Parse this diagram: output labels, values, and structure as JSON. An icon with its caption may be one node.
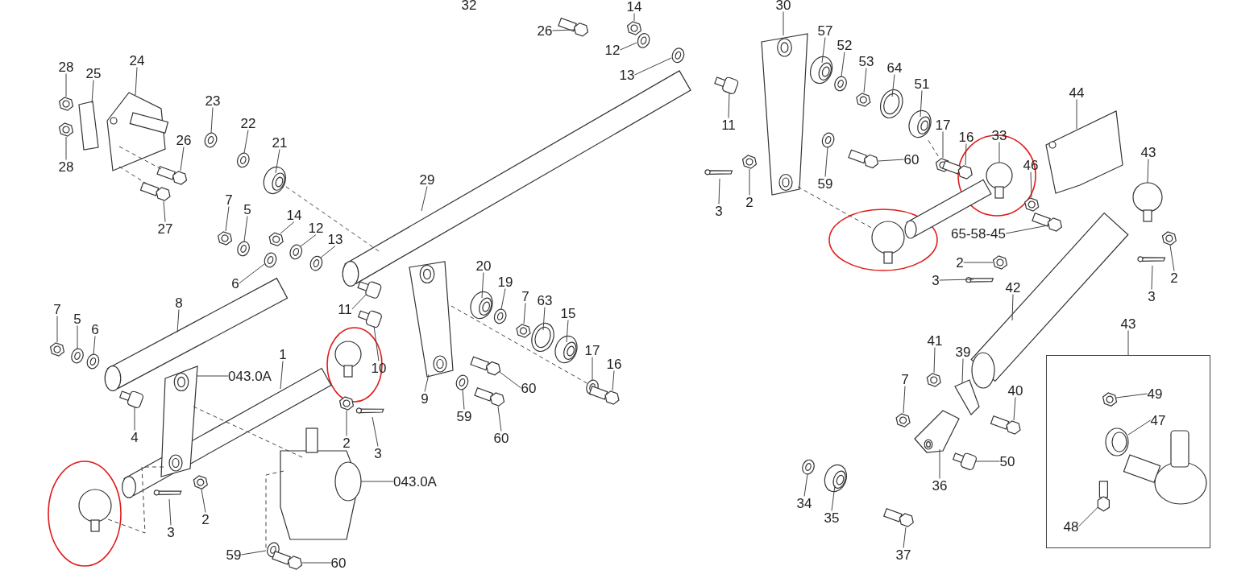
{
  "diagram": {
    "nodes": [
      {
        "text": [
          "14"
        ]
      },
      {
        "text": [
          "30"
        ]
      },
      {
        "text": [
          "26"
        ]
      },
      {
        "text": [
          "12"
        ]
      },
      {
        "text": [
          "57"
        ]
      },
      {
        "text": [
          "52"
        ]
      },
      {
        "text": [
          "28"
        ]
      },
      {
        "text": [
          "24"
        ]
      },
      {
        "text": [
          "25"
        ]
      },
      {
        "text": [
          "53"
        ]
      },
      {
        "text": [
          "64"
        ]
      },
      {
        "text": [
          "13"
        ]
      },
      {
        "text": [
          "51"
        ]
      },
      {
        "text": [
          "44"
        ]
      },
      {
        "text": [
          "23"
        ]
      },
      {
        "text": [
          "22"
        ]
      },
      {
        "text": [
          "11"
        ]
      },
      {
        "text": [
          "17"
        ]
      },
      {
        "text": [
          "33"
        ]
      },
      {
        "text": [
          "16"
        ]
      },
      {
        "text": [
          "26"
        ]
      },
      {
        "text": [
          "21"
        ]
      },
      {
        "text": [
          "43"
        ]
      },
      {
        "text": [
          "60"
        ]
      },
      {
        "text": [
          "46"
        ]
      },
      {
        "text": [
          "28"
        ]
      },
      {
        "text": [
          "29"
        ]
      },
      {
        "text": [
          "59"
        ]
      },
      {
        "text": [
          "7"
        ]
      },
      {
        "text": [
          "2"
        ]
      },
      {
        "text": [
          "5"
        ]
      },
      {
        "text": [
          "3"
        ]
      },
      {
        "text": [
          "14"
        ]
      },
      {
        "text": [
          "12"
        ]
      },
      {
        "text": [
          "27"
        ]
      },
      {
        "text": [
          "65-58-45"
        ]
      },
      {
        "text": [
          "13"
        ]
      },
      {
        "text": [
          "2"
        ]
      },
      {
        "text": [
          "20"
        ]
      },
      {
        "text": [
          "2"
        ]
      },
      {
        "text": [
          "3"
        ]
      },
      {
        "text": [
          "19"
        ]
      },
      {
        "text": [
          "6"
        ]
      },
      {
        "text": [
          "42"
        ]
      },
      {
        "text": [
          "7"
        ]
      },
      {
        "text": [
          "3"
        ]
      },
      {
        "text": [
          "63"
        ]
      },
      {
        "text": [
          "8"
        ]
      },
      {
        "text": [
          "7"
        ]
      },
      {
        "text": [
          "11"
        ]
      },
      {
        "text": [
          "15"
        ]
      },
      {
        "text": [
          "5"
        ]
      },
      {
        "text": [
          "43"
        ]
      },
      {
        "text": [],
        "shape": "box"
      },
      {
        "text": [
          "49"
        ],
        "in": 53
      },
      {
        "text": [
          "47"
        ],
        "in": 53
      },
      {
        "text": [
          "48"
        ],
        "in": 53
      },
      {
        "text": [
          "6"
        ]
      },
      {
        "text": [
          "41"
        ]
      },
      {
        "text": [
          "17"
        ]
      },
      {
        "text": [
          "39"
        ]
      },
      {
        "text": [
          "1"
        ]
      },
      {
        "text": [
          "16"
        ]
      },
      {
        "text": [
          "10"
        ]
      },
      {
        "text": [
          "043.0A"
        ]
      },
      {
        "text": [
          "7"
        ]
      },
      {
        "text": [
          "60"
        ]
      },
      {
        "text": [
          "40"
        ]
      },
      {
        "text": [
          "9"
        ]
      },
      {
        "text": [
          "59"
        ]
      },
      {
        "text": [
          "4"
        ]
      },
      {
        "text": [
          "60"
        ]
      },
      {
        "text": [
          "2"
        ]
      },
      {
        "text": [
          "3"
        ]
      },
      {
        "text": [
          "50"
        ]
      },
      {
        "text": [
          "043.0A"
        ]
      },
      {
        "text": [
          "36"
        ]
      },
      {
        "text": [
          "34"
        ]
      },
      {
        "text": [
          "35"
        ]
      },
      {
        "text": [
          "2"
        ]
      },
      {
        "text": [
          "3"
        ]
      },
      {
        "text": [
          "37"
        ]
      },
      {
        "text": [
          "59"
        ]
      },
      {
        "text": [
          "60"
        ]
      },
      {
        "text": [],
        "shape": "nut"
      },
      {
        "text": [],
        "shape": "arm"
      },
      {
        "text": [],
        "shape": "bolt"
      },
      {
        "text": [],
        "shape": "washer"
      },
      {
        "text": [],
        "shape": "bushing"
      },
      {
        "text": [],
        "shape": "washer"
      },
      {
        "text": [],
        "shape": "nut"
      },
      {
        "text": [],
        "shape": "bracket"
      },
      {
        "text": [],
        "shape": "plate"
      },
      {
        "text": [],
        "shape": "nut"
      },
      {
        "text": [],
        "shape": "ring"
      },
      {
        "text": [],
        "shape": "washer"
      },
      {
        "text": [],
        "shape": "bushing"
      },
      {
        "text": [],
        "shape": "bracket"
      },
      {
        "text": [],
        "shape": "washer"
      },
      {
        "text": [],
        "shape": "washer"
      },
      {
        "text": [],
        "shape": "pin"
      },
      {
        "text": [],
        "shape": "nut"
      },
      {
        "text": [],
        "shape": "joint"
      },
      {
        "text": [],
        "shape": "bolt"
      },
      {
        "text": [],
        "shape": "bolt"
      },
      {
        "text": [],
        "shape": "bushing"
      },
      {
        "text": [],
        "shape": "joint"
      },
      {
        "text": [],
        "shape": "bolt"
      },
      {
        "text": [],
        "shape": "nut"
      },
      {
        "text": [],
        "shape": "nut"
      },
      {
        "text": [],
        "shape": "rod"
      },
      {
        "text": [],
        "shape": "washer"
      },
      {
        "text": [],
        "shape": "nut"
      },
      {
        "text": [],
        "shape": "nut"
      },
      {
        "text": [],
        "shape": "washer"
      },
      {
        "text": [],
        "shape": "cotter"
      },
      {
        "text": [],
        "shape": "nut"
      },
      {
        "text": [],
        "shape": "washer"
      },
      {
        "text": [],
        "shape": "bolt"
      },
      {
        "text": [],
        "shape": "bolt"
      },
      {
        "text": [],
        "shape": "washer"
      },
      {
        "text": [],
        "shape": "nut"
      },
      {
        "text": [],
        "shape": "bushing"
      },
      {
        "text": [],
        "shape": "nut"
      },
      {
        "text": [],
        "shape": "cotter"
      },
      {
        "text": [],
        "shape": "washer"
      },
      {
        "text": [],
        "shape": "washer"
      },
      {
        "text": [],
        "shape": "rod"
      },
      {
        "text": [],
        "shape": "nut"
      },
      {
        "text": [],
        "shape": "cotter"
      },
      {
        "text": [],
        "shape": "ring"
      },
      {
        "text": [],
        "shape": "rod"
      },
      {
        "text": [],
        "shape": "nut"
      },
      {
        "text": [],
        "shape": "pin"
      },
      {
        "text": [],
        "shape": "bushing"
      },
      {
        "text": [],
        "shape": "washer"
      },
      {
        "text": [],
        "shape": "nut",
        "in": 53
      },
      {
        "text": [],
        "shape": "clamp",
        "in": 53
      },
      {
        "text": [],
        "shape": "bolt",
        "in": 53
      },
      {
        "text": [],
        "shape": "washer"
      },
      {
        "text": [],
        "shape": "nut"
      },
      {
        "text": [],
        "shape": "washer"
      },
      {
        "text": [],
        "shape": "clip"
      },
      {
        "text": [],
        "shape": "rod"
      },
      {
        "text": [],
        "shape": "bolt"
      },
      {
        "text": [],
        "shape": "pin"
      },
      {
        "text": [],
        "shape": "arm"
      },
      {
        "text": [],
        "shape": "nut"
      },
      {
        "text": [],
        "shape": "bolt"
      },
      {
        "text": [],
        "shape": "bolt"
      },
      {
        "text": [],
        "shape": "arm"
      },
      {
        "text": [],
        "shape": "washer"
      },
      {
        "text": [],
        "shape": "pin"
      },
      {
        "text": [],
        "shape": "bolt"
      },
      {
        "text": [],
        "shape": "nut"
      },
      {
        "text": [],
        "shape": "cotter"
      },
      {
        "text": [],
        "shape": "pin"
      },
      {
        "text": [],
        "shape": "gearbox"
      },
      {
        "text": [],
        "shape": "clevis"
      },
      {
        "text": [],
        "shape": "washer"
      },
      {
        "text": [],
        "shape": "bushing"
      },
      {
        "text": [],
        "shape": "nut"
      },
      {
        "text": [],
        "shape": "cotter"
      },
      {
        "text": [],
        "shape": "bolt"
      },
      {
        "text": [],
        "shape": "washer"
      },
      {
        "text": [],
        "shape": "bolt"
      },
      {
        "text": [],
        "shape": "joint"
      },
      {
        "text": [],
        "shape": "rod"
      },
      {
        "text": [],
        "shape": "joint"
      },
      {
        "text": [],
        "shape": "joint"
      }
    ],
    "edges": [
      {
        "from": 0,
        "to": 84,
        "arrow": "none"
      },
      {
        "from": 1,
        "to": 85,
        "arrow": "none"
      },
      {
        "from": 2,
        "to": 86,
        "arrow": "none"
      },
      {
        "from": 3,
        "to": 87,
        "arrow": "none"
      },
      {
        "from": 4,
        "to": 88,
        "arrow": "none"
      },
      {
        "from": 5,
        "to": 89,
        "arrow": "none"
      },
      {
        "from": 6,
        "to": 90,
        "arrow": "none"
      },
      {
        "from": 7,
        "to": 91,
        "arrow": "none"
      },
      {
        "from": 8,
        "to": 92,
        "arrow": "none"
      },
      {
        "from": 9,
        "to": 93,
        "arrow": "none"
      },
      {
        "from": 10,
        "to": 94,
        "arrow": "none"
      },
      {
        "from": 11,
        "to": 95,
        "arrow": "none"
      },
      {
        "from": 12,
        "to": 96,
        "arrow": "none"
      },
      {
        "from": 13,
        "to": 97,
        "arrow": "none"
      },
      {
        "from": 14,
        "to": 98,
        "arrow": "none"
      },
      {
        "from": 15,
        "to": 99,
        "arrow": "none"
      },
      {
        "from": 16,
        "to": 100,
        "arrow": "none"
      },
      {
        "from": 17,
        "to": 101,
        "arrow": "none"
      },
      {
        "from": 18,
        "to": 102,
        "arrow": "none"
      },
      {
        "from": 19,
        "to": 103,
        "arrow": "none"
      },
      {
        "from": 20,
        "to": 104,
        "arrow": "none"
      },
      {
        "from": 21,
        "to": 105,
        "arrow": "none"
      },
      {
        "from": 22,
        "to": 106,
        "arrow": "none"
      },
      {
        "from": 23,
        "to": 107,
        "arrow": "none"
      },
      {
        "from": 24,
        "to": 108,
        "arrow": "none"
      },
      {
        "from": 25,
        "to": 109,
        "arrow": "none"
      },
      {
        "from": 26,
        "to": 110,
        "arrow": "none"
      },
      {
        "from": 27,
        "to": 111,
        "arrow": "none"
      },
      {
        "from": 28,
        "to": 112,
        "arrow": "none"
      },
      {
        "from": 29,
        "to": 113,
        "arrow": "none"
      },
      {
        "from": 30,
        "to": 114,
        "arrow": "none"
      },
      {
        "from": 31,
        "to": 115,
        "arrow": "none"
      },
      {
        "from": 32,
        "to": 116,
        "arrow": "none"
      },
      {
        "from": 33,
        "to": 117,
        "arrow": "none"
      },
      {
        "from": 34,
        "to": 118,
        "arrow": "none"
      },
      {
        "from": 35,
        "to": 119,
        "arrow": "none"
      },
      {
        "from": 36,
        "to": 120,
        "arrow": "none"
      },
      {
        "from": 37,
        "to": 121,
        "arrow": "none"
      },
      {
        "from": 38,
        "to": 122,
        "arrow": "none"
      },
      {
        "from": 39,
        "to": 123,
        "arrow": "none"
      },
      {
        "from": 40,
        "to": 124,
        "arrow": "none"
      },
      {
        "from": 41,
        "to": 125,
        "arrow": "none"
      },
      {
        "from": 42,
        "to": 126,
        "arrow": "none"
      },
      {
        "from": 43,
        "to": 127,
        "arrow": "none"
      },
      {
        "from": 44,
        "to": 128,
        "arrow": "none"
      },
      {
        "from": 45,
        "to": 129,
        "arrow": "none"
      },
      {
        "from": 46,
        "to": 130,
        "arrow": "none"
      },
      {
        "from": 47,
        "to": 131,
        "arrow": "none"
      },
      {
        "from": 48,
        "to": 132,
        "arrow": "none"
      },
      {
        "from": 49,
        "to": 133,
        "arrow": "none"
      },
      {
        "from": 50,
        "to": 134,
        "arrow": "none"
      },
      {
        "from": 51,
        "to": 135,
        "arrow": "none"
      },
      {
        "from": 52,
        "to": 53,
        "arrow": "none"
      },
      {
        "from": 54,
        "to": 136,
        "arrow": "none"
      },
      {
        "from": 55,
        "to": 137,
        "arrow": "none"
      },
      {
        "from": 56,
        "to": 138,
        "arrow": "none"
      },
      {
        "from": 57,
        "to": 139,
        "arrow": "none"
      },
      {
        "from": 58,
        "to": 140,
        "arrow": "none"
      },
      {
        "from": 59,
        "to": 141,
        "arrow": "none"
      },
      {
        "from": 60,
        "to": 142,
        "arrow": "none"
      },
      {
        "from": 61,
        "to": 143,
        "arrow": "none"
      },
      {
        "from": 62,
        "to": 144,
        "arrow": "none"
      },
      {
        "from": 63,
        "to": 145,
        "arrow": "none"
      },
      {
        "from": 64,
        "to": 146,
        "arrow": "none"
      },
      {
        "from": 65,
        "to": 147,
        "arrow": "none"
      },
      {
        "from": 66,
        "to": 148,
        "arrow": "none"
      },
      {
        "from": 67,
        "to": 149,
        "arrow": "none"
      },
      {
        "from": 68,
        "to": 150,
        "arrow": "none"
      },
      {
        "from": 69,
        "to": 151,
        "arrow": "none"
      },
      {
        "from": 70,
        "to": 152,
        "arrow": "none"
      },
      {
        "from": 71,
        "to": 153,
        "arrow": "none"
      },
      {
        "from": 72,
        "to": 154,
        "arrow": "none"
      },
      {
        "from": 73,
        "to": 155,
        "arrow": "none"
      },
      {
        "from": 74,
        "to": 156,
        "arrow": "none"
      },
      {
        "from": 75,
        "to": 157,
        "arrow": "none"
      },
      {
        "from": 76,
        "to": 158,
        "arrow": "none"
      },
      {
        "from": 77,
        "to": 159,
        "arrow": "none"
      },
      {
        "from": 78,
        "to": 160,
        "arrow": "none"
      },
      {
        "from": 79,
        "to": 161,
        "arrow": "none"
      },
      {
        "from": 80,
        "to": 162,
        "arrow": "none"
      },
      {
        "from": 81,
        "to": 163,
        "arrow": "none"
      },
      {
        "from": 82,
        "to": 164,
        "arrow": "none"
      },
      {
        "from": 83,
        "to": 165,
        "arrow": "none"
      },
      {
        "from": 91,
        "to": 104,
        "arrow": "none",
        "style": "dashed"
      },
      {
        "from": 91,
        "to": 118,
        "arrow": "none",
        "style": "dashed"
      },
      {
        "from": 105,
        "to": 110,
        "arrow": "none",
        "style": "dashed"
      },
      {
        "from": 150,
        "to": 141,
        "arrow": "none",
        "style": "dashed"
      },
      {
        "from": 146,
        "to": 157,
        "arrow": "none",
        "style": "dashed"
      },
      {
        "from": 85,
        "to": 166,
        "arrow": "none",
        "style": "dashed"
      },
      {
        "from": 96,
        "to": 101,
        "arrow": "none",
        "style": "dashed"
      },
      {
        "from": 146,
        "to": 169,
        "arrow": "none",
        "style": "dashed"
      },
      {
        "from": 157,
        "to": 164,
        "arrow": "none",
        "style": "dashed"
      }
    ],
    "labels": [
      "32"
    ]
  }
}
